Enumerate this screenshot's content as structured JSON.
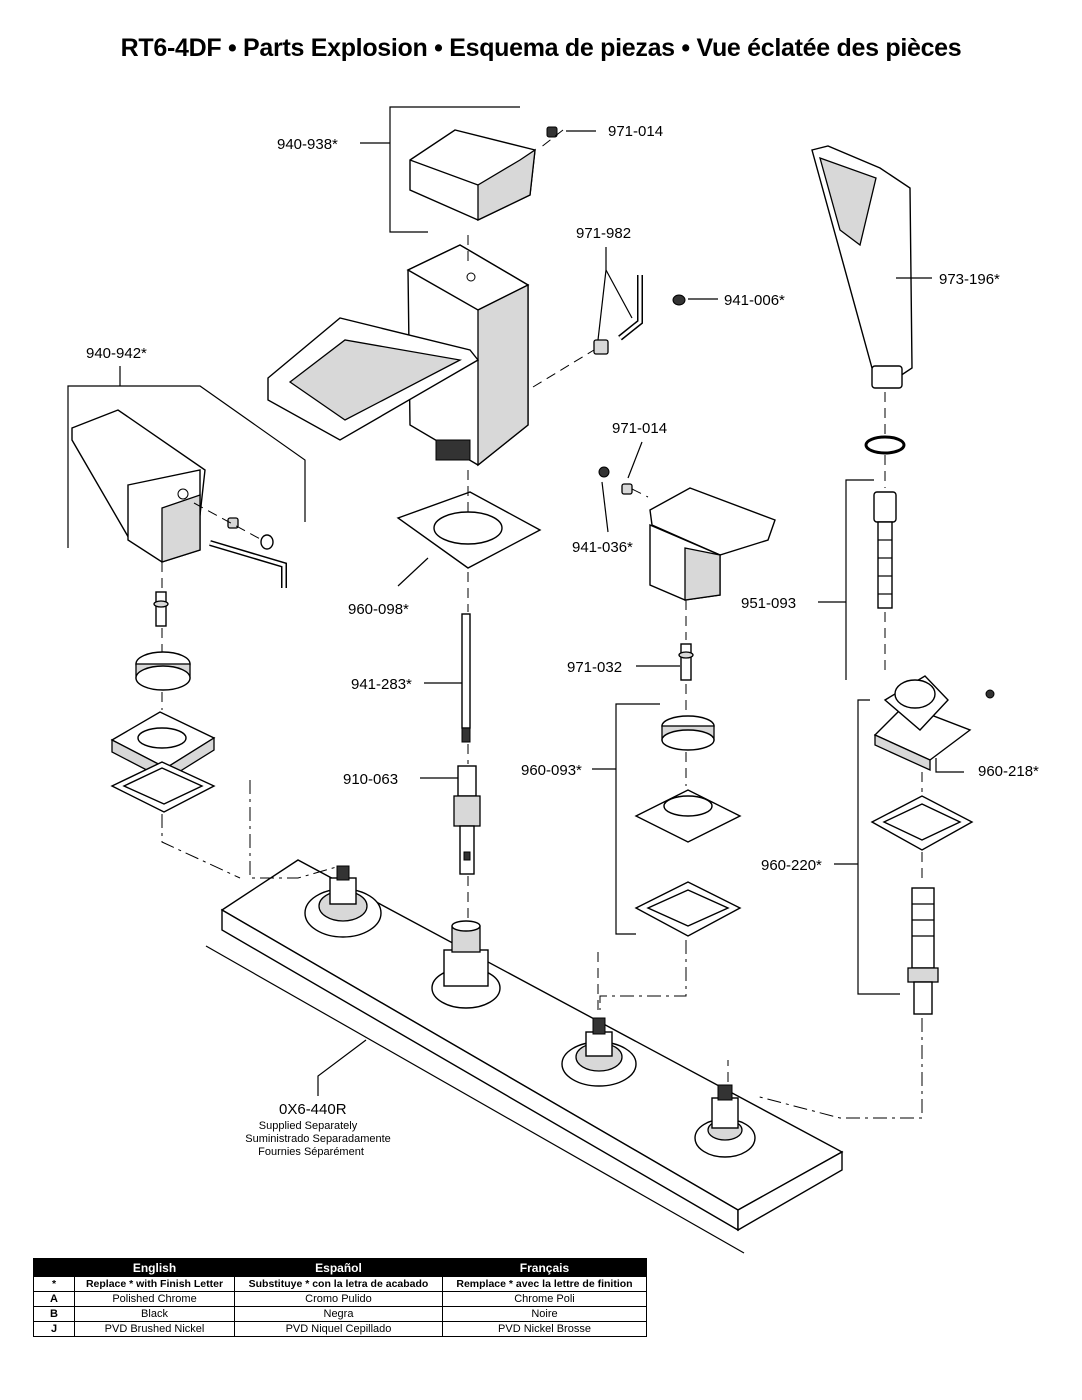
{
  "title": "RT6-4DF  •  Parts Explosion  •  Esquema de piezas  •  Vue éclatée des pièces",
  "callouts": {
    "c940_938": "940-938*",
    "c971_014_top": "971-014",
    "c971_982": "971-982",
    "c941_006": "941-006*",
    "c973_196": "973-196*",
    "c940_942": "940-942*",
    "c971_014_mid": "971-014",
    "c941_036": "941-036*",
    "c960_098": "960-098*",
    "c951_093": "951-093",
    "c941_283": "941-283*",
    "c971_032": "971-032",
    "c960_093": "960-093*",
    "c910_063": "910-063",
    "c960_218": "960-218*",
    "c960_220": "960-220*",
    "c0x6_440r": "0X6-440R"
  },
  "supplied_note": {
    "line1": "Supplied Separately",
    "line2": "Suministrado Separadamente",
    "line3": "Fournies Séparément"
  },
  "finish_table": {
    "headers": [
      "",
      "English",
      "Español",
      "Français"
    ],
    "note_row": {
      "code": "*",
      "en": "Replace * with Finish Letter",
      "es": "Substituye * con la letra de acabado",
      "fr": "Remplace * avec la lettre de finition"
    },
    "rows": [
      {
        "code": "A",
        "en": "Polished Chrome",
        "es": "Cromo Pulido",
        "fr": "Chrome Poli"
      },
      {
        "code": "B",
        "en": "Black",
        "es": "Negra",
        "fr": "Noire"
      },
      {
        "code": "J",
        "en": "PVD Brushed Nickel",
        "es": "PVD Niquel Cepillado",
        "fr": "PVD Nickel Brosse"
      }
    ]
  }
}
